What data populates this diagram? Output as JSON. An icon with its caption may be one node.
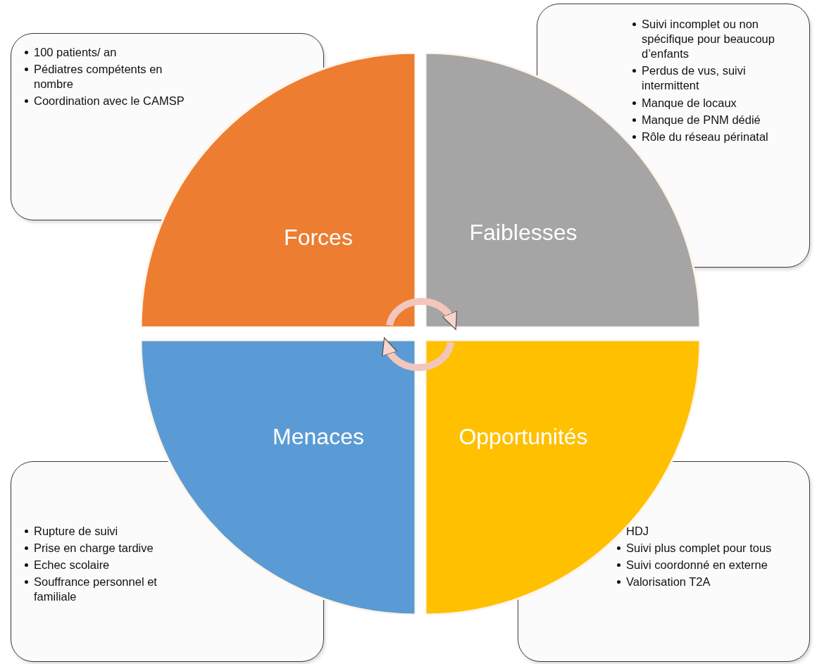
{
  "diagram": {
    "nodes": [
      {
        "text": [
          "100 patients/ an",
          "Pédiatres compétents en nombre",
          "Coordination avec le CAMSP"
        ]
      },
      {
        "text": [
          "Suivi incomplet ou non spécifique pour beaucoup d’enfants",
          "Perdus de vus, suivi intermittent",
          "Manque de locaux",
          "Manque de PNM dédié",
          "Rôle du réseau périnatal"
        ]
      },
      {
        "text": [
          "Forces"
        ]
      },
      {
        "text": [
          "Faiblesses"
        ]
      },
      {
        "text": [
          "Menaces"
        ]
      },
      {
        "text": [
          "Opportunités"
        ]
      },
      {
        "text": [
          "Rupture de suivi",
          "Prise en charge tardive",
          "Echec scolaire",
          "Souffrance personnel et familiale"
        ]
      },
      {
        "text": [
          "HDJ",
          "Suivi plus complet pour tous",
          "Suivi coordonné en externe",
          "Valorisation T2A"
        ]
      }
    ],
    "edges": [
      {
        "from": 2,
        "to": 3,
        "arrow": "to"
      },
      {
        "from": 5,
        "to": 4,
        "arrow": "to"
      }
    ]
  }
}
